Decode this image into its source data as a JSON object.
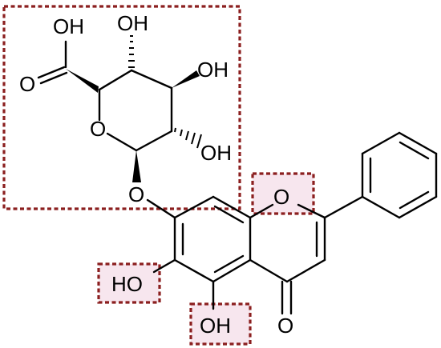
{
  "colors": {
    "highlight_border": "#8b1f1f",
    "highlight_fill": "#f7e6ee",
    "bond": "#000000",
    "text": "#000000"
  },
  "labels": {
    "cooh_oh": "OH",
    "cooh_o": "O",
    "c2_oh": "OH",
    "c3_oh": "OH",
    "c4_oh": "OH",
    "ring_o_sugar": "O",
    "glycosidic_o": "O",
    "chromone_o": "O",
    "ho_6": "HO",
    "oh_5": "OH",
    "keto_o": "O"
  },
  "highlights": [
    "glucuronide-group",
    "ring-oxygen",
    "hydroxyl-6",
    "hydroxyl-5"
  ]
}
